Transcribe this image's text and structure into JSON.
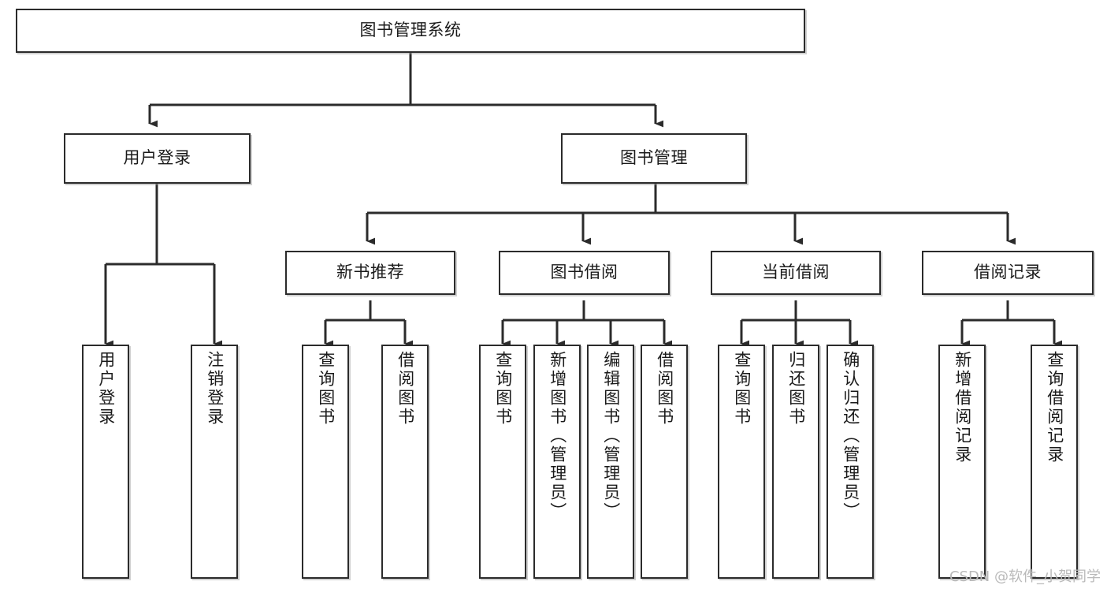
{
  "diagram": {
    "type": "tree",
    "title": "图书管理系统",
    "watermark": "CSDN @软件_小贺同学",
    "colors": {
      "box_border": "#2b2b2b",
      "box_fill": "#ffffff",
      "connector": "#2b2b2b",
      "text": "#1a1a1a",
      "watermark": "#b9b9b9",
      "background": "#ffffff"
    },
    "nodes": {
      "root": {
        "label": "图书管理系统"
      },
      "login": {
        "label": "用户登录"
      },
      "bookmgmt": {
        "label": "图书管理"
      },
      "newbook": {
        "label": "新书推荐"
      },
      "borrow": {
        "label": "图书借阅"
      },
      "current": {
        "label": "当前借阅"
      },
      "records": {
        "label": "借阅记录"
      },
      "leaf_login_1": {
        "label": "用户登录"
      },
      "leaf_login_2": {
        "label": "注销登录"
      },
      "leaf_new_1": {
        "label": "查询图书"
      },
      "leaf_new_2": {
        "label": "借阅图书"
      },
      "leaf_borrow_1": {
        "label": "查询图书"
      },
      "leaf_borrow_2": {
        "label": "新增图书（管理员）"
      },
      "leaf_borrow_3": {
        "label": "编辑图书（管理员）"
      },
      "leaf_borrow_4": {
        "label": "借阅图书"
      },
      "leaf_cur_1": {
        "label": "查询图书"
      },
      "leaf_cur_2": {
        "label": "归还图书"
      },
      "leaf_cur_3": {
        "label": "确认归还（管理员）"
      },
      "leaf_rec_1": {
        "label": "新增借阅记录"
      },
      "leaf_rec_2": {
        "label": "查询借阅记录"
      }
    },
    "edges": [
      {
        "from": "root",
        "to": "login"
      },
      {
        "from": "root",
        "to": "bookmgmt"
      },
      {
        "from": "bookmgmt",
        "to": "newbook"
      },
      {
        "from": "bookmgmt",
        "to": "borrow"
      },
      {
        "from": "bookmgmt",
        "to": "current"
      },
      {
        "from": "bookmgmt",
        "to": "records"
      },
      {
        "from": "login",
        "to": "leaf_login_1"
      },
      {
        "from": "login",
        "to": "leaf_login_2"
      },
      {
        "from": "newbook",
        "to": "leaf_new_1"
      },
      {
        "from": "newbook",
        "to": "leaf_new_2"
      },
      {
        "from": "borrow",
        "to": "leaf_borrow_1"
      },
      {
        "from": "borrow",
        "to": "leaf_borrow_2"
      },
      {
        "from": "borrow",
        "to": "leaf_borrow_3"
      },
      {
        "from": "borrow",
        "to": "leaf_borrow_4"
      },
      {
        "from": "current",
        "to": "leaf_cur_1"
      },
      {
        "from": "current",
        "to": "leaf_cur_2"
      },
      {
        "from": "current",
        "to": "leaf_cur_3"
      },
      {
        "from": "records",
        "to": "leaf_rec_1"
      },
      {
        "from": "records",
        "to": "leaf_rec_2"
      }
    ]
  }
}
